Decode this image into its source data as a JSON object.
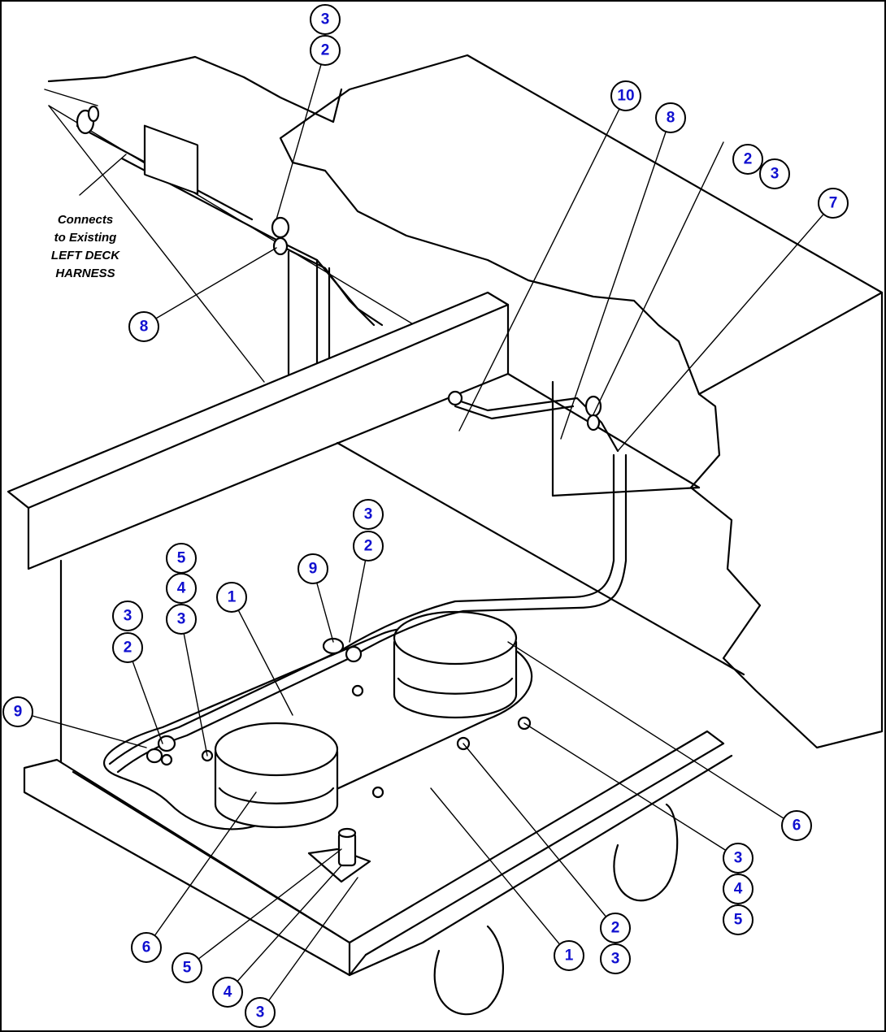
{
  "note": {
    "lines": [
      "Connects",
      "to Existing",
      "LEFT DECK",
      "HARNESS"
    ]
  },
  "callouts": [
    {
      "id": "c1",
      "label": "3"
    },
    {
      "id": "c2",
      "label": "2"
    },
    {
      "id": "c3",
      "label": "10"
    },
    {
      "id": "c4",
      "label": "8"
    },
    {
      "id": "c5",
      "label": "2"
    },
    {
      "id": "c6",
      "label": "3"
    },
    {
      "id": "c7",
      "label": "7"
    },
    {
      "id": "c8",
      "label": "8"
    },
    {
      "id": "c9",
      "label": "3"
    },
    {
      "id": "c10",
      "label": "2"
    },
    {
      "id": "c11",
      "label": "9"
    },
    {
      "id": "c12",
      "label": "5"
    },
    {
      "id": "c13",
      "label": "4"
    },
    {
      "id": "c14",
      "label": "3"
    },
    {
      "id": "c15",
      "label": "1"
    },
    {
      "id": "c16",
      "label": "3"
    },
    {
      "id": "c17",
      "label": "2"
    },
    {
      "id": "c18",
      "label": "9"
    },
    {
      "id": "c19",
      "label": "6"
    },
    {
      "id": "c20",
      "label": "3"
    },
    {
      "id": "c21",
      "label": "4"
    },
    {
      "id": "c22",
      "label": "5"
    },
    {
      "id": "c23",
      "label": "2"
    },
    {
      "id": "c24",
      "label": "3"
    },
    {
      "id": "c25",
      "label": "1"
    },
    {
      "id": "c26",
      "label": "6"
    },
    {
      "id": "c27",
      "label": "5"
    },
    {
      "id": "c28",
      "label": "4"
    },
    {
      "id": "c29",
      "label": "3"
    }
  ],
  "colors": {
    "callout_text": "#1010d0",
    "line": "#000000",
    "background": "#ffffff"
  }
}
